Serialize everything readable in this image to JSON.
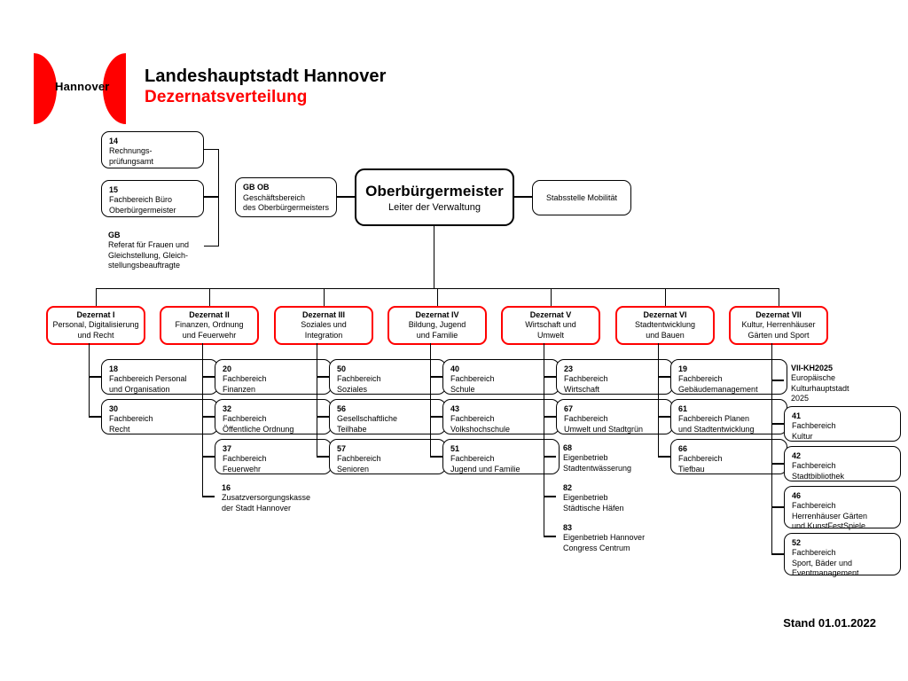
{
  "header": {
    "logo_word": "Hannover",
    "title_line1": "Landeshauptstadt Hannover",
    "title_line2": "Dezernatsverteilung",
    "accent_color": "#ff0000"
  },
  "top": {
    "audit": {
      "code": "14",
      "desc": "Rechnungs-\nprüfungsamt"
    },
    "office": {
      "code": "15",
      "desc": "Fachbereich Büro\nOberbürgermeister"
    },
    "equality": {
      "code": "GB",
      "desc": "Referat für Frauen und\nGleichstellung, Gleich-\nstellungsbeauftragte"
    },
    "gb_ob": {
      "code": "GB OB",
      "desc": "Geschäftsbereich\ndes Oberbürgermeisters"
    },
    "mayor": {
      "title": "Oberbürgermeister",
      "subtitle": "Leiter der Verwaltung"
    },
    "mobility": {
      "label": "Stabsstelle Mobilität"
    }
  },
  "columns": [
    {
      "dez_title": "Dezernat I",
      "dez_sub": "Personal, Digitalisierung\nund Recht",
      "items": [
        {
          "code": "18",
          "desc": "Fachbereich Personal\nund Organisation",
          "boxed": true,
          "lines": 2
        },
        {
          "code": "30",
          "desc": "Fachbereich\nRecht",
          "boxed": true,
          "lines": 2
        }
      ]
    },
    {
      "dez_title": "Dezernat II",
      "dez_sub": "Finanzen, Ordnung\nund Feuerwehr",
      "items": [
        {
          "code": "20",
          "desc": "Fachbereich\nFinanzen",
          "boxed": true,
          "lines": 2
        },
        {
          "code": "32",
          "desc": "Fachbereich\nÖffentliche Ordnung",
          "boxed": true,
          "lines": 2
        },
        {
          "code": "37",
          "desc": "Fachbereich\nFeuerwehr",
          "boxed": true,
          "lines": 2
        },
        {
          "code": "16",
          "desc": "Zusatzversorgungskasse\nder Stadt Hannover",
          "boxed": false,
          "lines": 2
        }
      ]
    },
    {
      "dez_title": "Dezernat III",
      "dez_sub": "Soziales und\nIntegration",
      "items": [
        {
          "code": "50",
          "desc": "Fachbereich\nSoziales",
          "boxed": true,
          "lines": 2
        },
        {
          "code": "56",
          "desc": "Gesellschaftliche\nTeilhabe",
          "boxed": true,
          "lines": 2
        },
        {
          "code": "57",
          "desc": "Fachbereich\nSenioren",
          "boxed": true,
          "lines": 2
        }
      ]
    },
    {
      "dez_title": "Dezernat IV",
      "dez_sub": "Bildung, Jugend\nund Familie",
      "items": [
        {
          "code": "40",
          "desc": "Fachbereich\nSchule",
          "boxed": true,
          "lines": 2
        },
        {
          "code": "43",
          "desc": "Fachbereich\nVolkshochschule",
          "boxed": true,
          "lines": 2
        },
        {
          "code": "51",
          "desc": "Fachbereich\nJugend und Familie",
          "boxed": true,
          "lines": 2
        }
      ]
    },
    {
      "dez_title": "Dezernat V",
      "dez_sub": "Wirtschaft und\nUmwelt",
      "items": [
        {
          "code": "23",
          "desc": "Fachbereich\nWirtschaft",
          "boxed": true,
          "lines": 2
        },
        {
          "code": "67",
          "desc": "Fachbereich\nUmwelt und Stadtgrün",
          "boxed": true,
          "lines": 2
        },
        {
          "code": "68",
          "desc": "Eigenbetrieb\nStadtentwässerung",
          "boxed": false,
          "lines": 2
        },
        {
          "code": "82",
          "desc": "Eigenbetrieb\nStädtische Häfen",
          "boxed": false,
          "lines": 2
        },
        {
          "code": "83",
          "desc": "Eigenbetrieb Hannover\nCongress Centrum",
          "boxed": false,
          "lines": 2
        }
      ]
    },
    {
      "dez_title": "Dezernat VI",
      "dez_sub": "Stadtentwicklung\nund Bauen",
      "items": [
        {
          "code": "19",
          "desc": "Fachbereich\nGebäudemanagement",
          "boxed": true,
          "lines": 2
        },
        {
          "code": "61",
          "desc": "Fachbereich Planen\nund Stadtentwicklung",
          "boxed": true,
          "lines": 2
        },
        {
          "code": "66",
          "desc": "Fachbereich\nTiefbau",
          "boxed": true,
          "lines": 2
        }
      ]
    },
    {
      "dez_title": "Dezernat VII",
      "dez_sub": "Kultur, Herrenhäuser\nGärten und Sport",
      "items": [
        {
          "code": "VII-KH2025",
          "desc": "Europäische\nKulturhauptstadt\n2025",
          "boxed": false,
          "lines": 3
        },
        {
          "code": "41",
          "desc": "Fachbereich\nKultur",
          "boxed": true,
          "lines": 2
        },
        {
          "code": "42",
          "desc": "Fachbereich\nStadtbibliothek",
          "boxed": true,
          "lines": 2
        },
        {
          "code": "46",
          "desc": "Fachbereich\nHerrenhäuser Gärten\nund KunstFestSpiele",
          "boxed": true,
          "lines": 3
        },
        {
          "code": "52",
          "desc": "Fachbereich\nSport, Bäder und\nEventmanagement",
          "boxed": true,
          "lines": 3
        }
      ]
    }
  ],
  "footer": {
    "stand": "Stand 01.01.2022"
  }
}
